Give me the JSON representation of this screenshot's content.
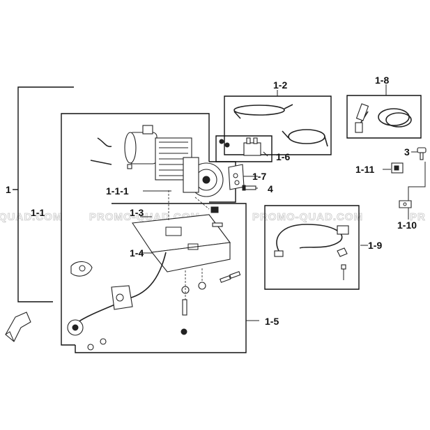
{
  "labels": {
    "l1": "1",
    "l1_1": "1-1",
    "l1_1_1": "1-1-1",
    "l1_2": "1-2",
    "l1_3": "1-3",
    "l1_4": "1-4",
    "l1_5": "1-5",
    "l1_6": "1-6",
    "l1_7": "1-7",
    "l1_8": "1-8",
    "l1_9": "1-9",
    "l1_10": "1-10",
    "l1_11": "1-11",
    "l3": "3",
    "l4": "4"
  },
  "watermark": {
    "left": "QUAD.COM",
    "center": "PROMO-QUAD.COM",
    "right": "PROMO-QUAD.COM",
    "edge": "PR"
  },
  "icons": {
    "forward_arrow": "front-direction-arrow-icon"
  }
}
